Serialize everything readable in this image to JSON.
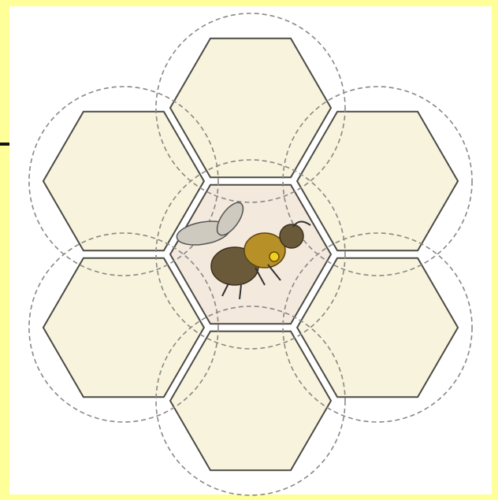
{
  "diagram": {
    "colors": {
      "page_background": "#ffff99",
      "panel_background": "#ffffff",
      "hex_fill": "#f7f3dc",
      "center_hex_fill": "#f3e9dc",
      "hex_stroke": "#4b4a45",
      "circle_stroke": "#8a8884",
      "bee_body": "#6b5a3a",
      "bee_thorax": "#b89028",
      "bee_wing": "#cfcac0",
      "bee_eye": "#f0d020"
    },
    "cells": [
      {
        "name": "center-cell",
        "role": "center"
      },
      {
        "name": "top-cell",
        "role": "outer"
      },
      {
        "name": "upper-right-cell",
        "role": "outer"
      },
      {
        "name": "lower-right-cell",
        "role": "outer"
      },
      {
        "name": "bottom-cell",
        "role": "outer"
      },
      {
        "name": "lower-left-cell",
        "role": "outer"
      },
      {
        "name": "upper-left-cell",
        "role": "outer"
      }
    ],
    "bee_icon": "bee-icon"
  }
}
